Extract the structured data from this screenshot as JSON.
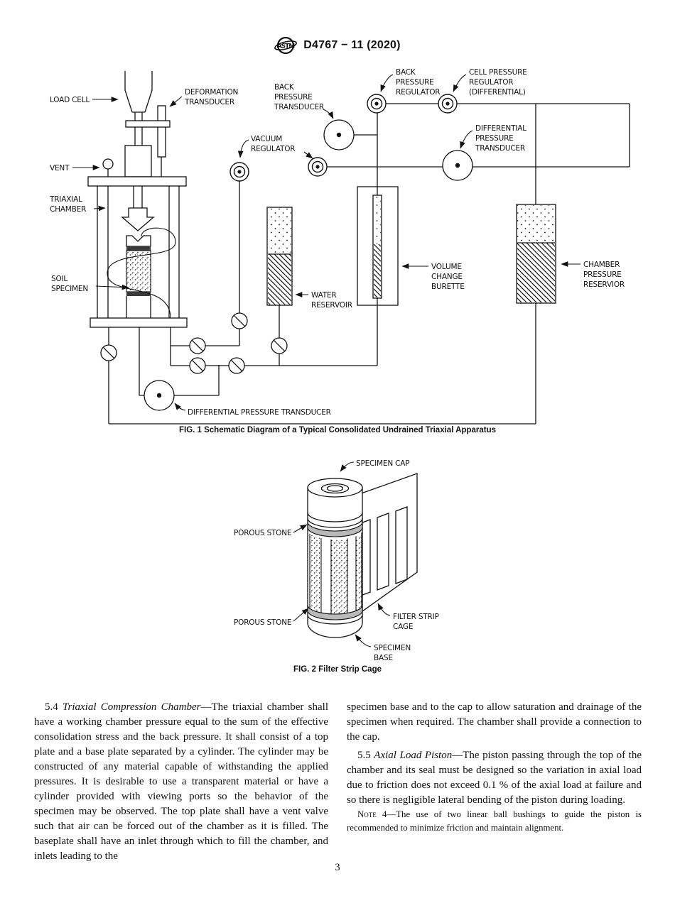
{
  "header": {
    "logo_text": "ASTM",
    "title": "D4767 − 11 (2020)"
  },
  "fig1": {
    "caption": "FIG. 1 Schematic Diagram of a Typical Consolidated Undrained Triaxial Apparatus",
    "labels": {
      "load_cell": [
        "LOAD CELL"
      ],
      "deformation_transducer": [
        "DEFORMATION",
        "TRANSDUCER"
      ],
      "vent": [
        "VENT"
      ],
      "triaxial_chamber": [
        "TRIAXIAL",
        "CHAMBER"
      ],
      "soil_specimen": [
        "SOIL",
        "SPECIMEN"
      ],
      "vacuum_regulator": [
        "VACUUM",
        "REGULATOR"
      ],
      "back_pressure_transducer": [
        "BACK",
        "PRESSURE",
        "TRANSDUCER"
      ],
      "back_pressure_regulator": [
        "BACK",
        "PRESSURE",
        "REGULATOR"
      ],
      "cell_pressure_regulator": [
        "CELL PRESSURE",
        "REGULATOR",
        "(DIFFERENTIAL)"
      ],
      "differential_pressure_transducer_top": [
        "DIFFERENTIAL",
        "PRESSURE",
        "TRANSDUCER"
      ],
      "water_reservoir": [
        "WATER",
        "RESERVOIR"
      ],
      "volume_change_burette": [
        "VOLUME",
        "CHANGE",
        "BURETTE"
      ],
      "chamber_pressure_reservoir": [
        "CHAMBER",
        "PRESSURE",
        "RESERVIOR"
      ],
      "differential_pressure_transducer_bottom": [
        "DIFFERENTIAL PRESSURE TRANSDUCER"
      ]
    }
  },
  "fig2": {
    "caption": "FIG. 2 Filter Strip Cage",
    "labels": {
      "specimen_cap": [
        "SPECIMEN CAP"
      ],
      "porous_stone_top": [
        "POROUS STONE"
      ],
      "porous_stone_bottom": [
        "POROUS STONE"
      ],
      "filter_strip_cage": [
        "FILTER STRIP",
        "CAGE"
      ],
      "specimen_base": [
        "SPECIMEN",
        "BASE"
      ]
    }
  },
  "body": {
    "left": {
      "p54_num": "5.4 ",
      "p54_title": "Triaxial Compression Chamber",
      "p54_text": "—The triaxial chamber shall have a working chamber pressure equal to the sum of the effective consolidation stress and the back pressure. It shall consist of a top plate and a base plate separated by a cylinder. The cylinder may be constructed of any material capable of withstanding the applied pressures. It is desirable to use a transparent material or have a cylinder provided with viewing ports so the behavior of the specimen may be observed. The top plate shall have a vent valve such that air can be forced out of the chamber as it is filled. The baseplate shall have an inlet through which to fill the chamber, and inlets leading to the"
    },
    "right": {
      "p54_cont": "specimen base and to the cap to allow saturation and drainage of the specimen when required. The chamber shall provide a connection to the cap.",
      "p55_num": "5.5 ",
      "p55_title": "Axial Load Piston",
      "p55_text": "—The piston passing through the top of the chamber and its seal must be designed so the variation in axial load due to friction does not exceed 0.1 % of the axial load at failure and so there is negligible lateral bending of the piston during loading.",
      "note_word": "Note",
      "note_rest": " 4—The use of two linear ball bushings to guide the piston is recommended to minimize friction and maintain alignment."
    }
  },
  "footer": {
    "page_number": "3"
  }
}
